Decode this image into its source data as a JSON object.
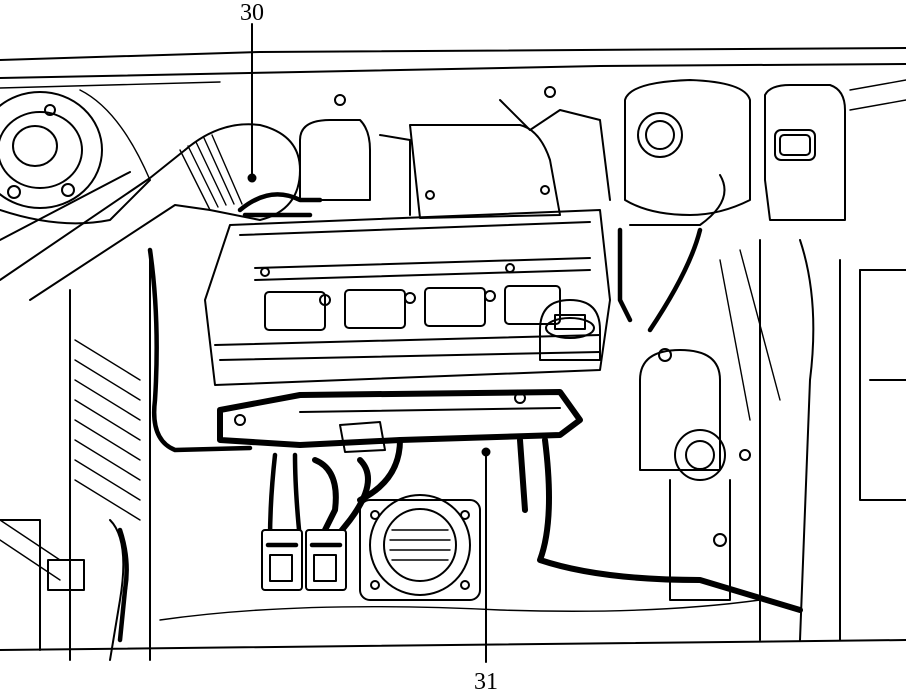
{
  "diagram": {
    "callouts": [
      {
        "id": "30",
        "label": "30"
      },
      {
        "id": "31",
        "label": "31"
      }
    ],
    "colors": {
      "line": "#000000",
      "background": "#ffffff"
    }
  }
}
